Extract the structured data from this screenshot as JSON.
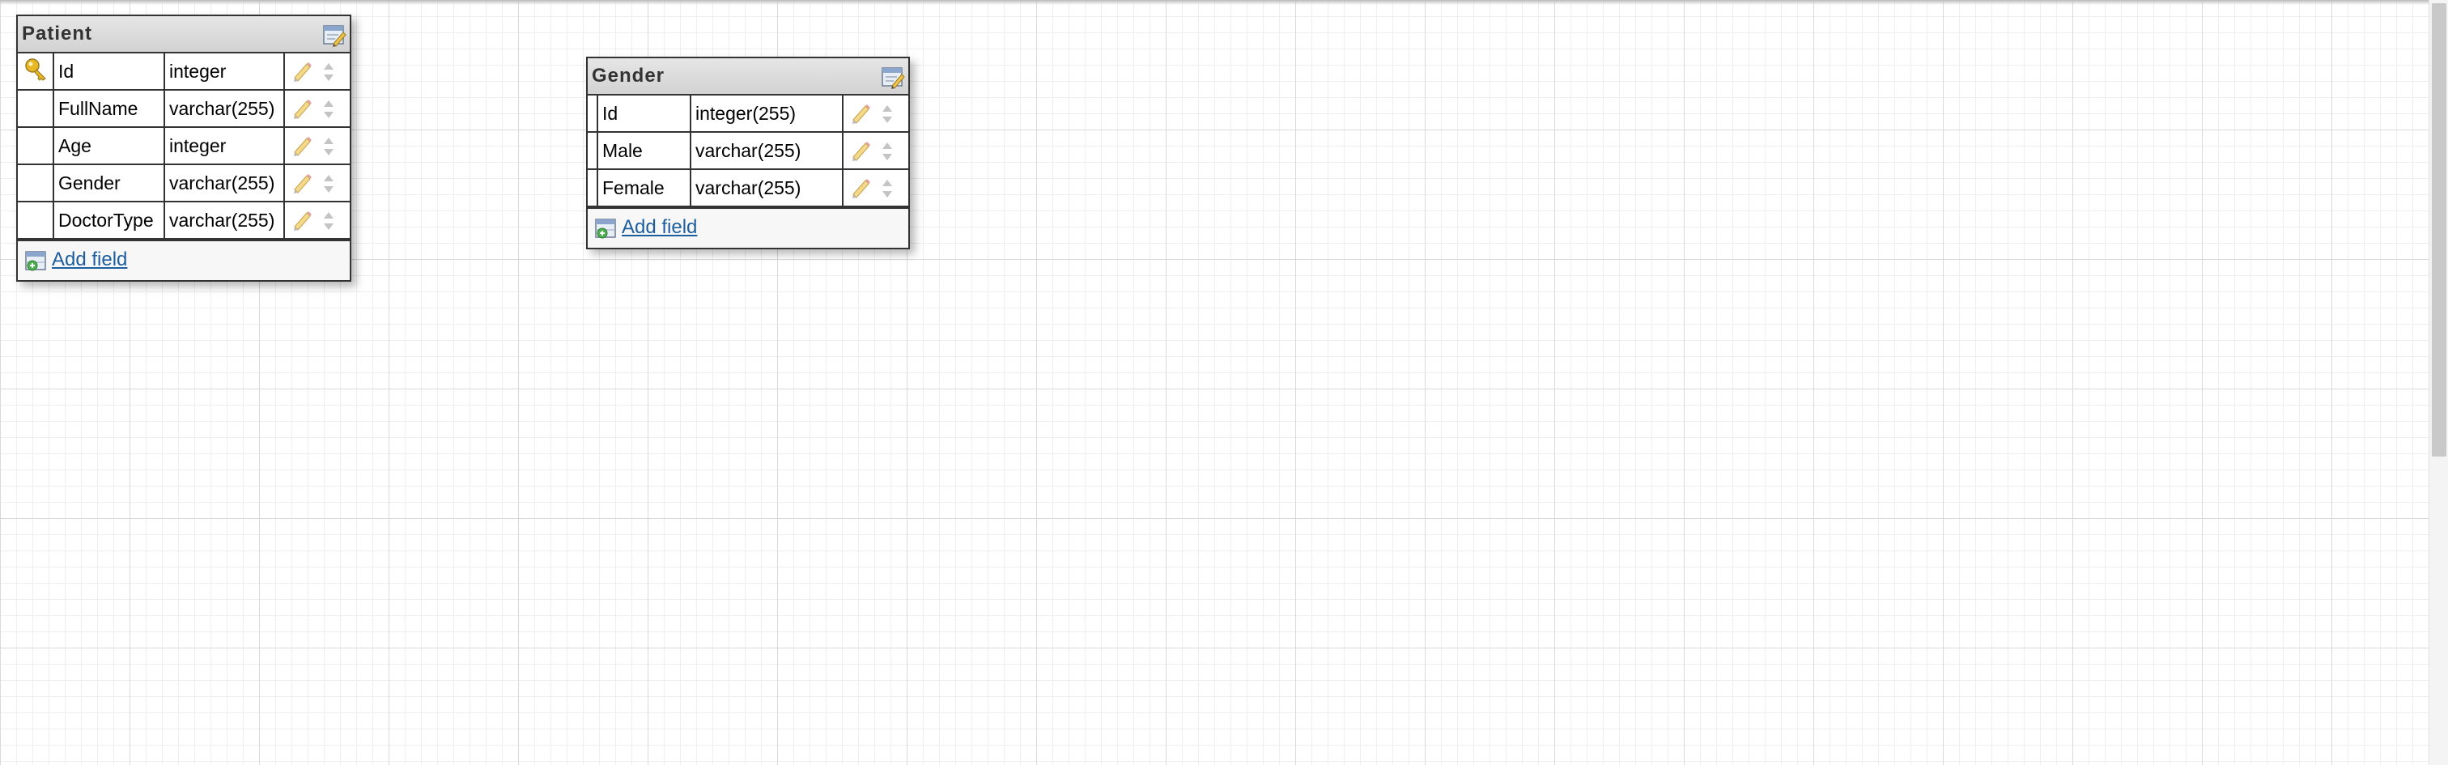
{
  "tables": [
    {
      "title": "Patient",
      "add_field_label": "Add field",
      "fields": [
        {
          "name": "Id",
          "type": "integer",
          "primary_key": true
        },
        {
          "name": "FullName",
          "type": "varchar(255)",
          "primary_key": false
        },
        {
          "name": "Age",
          "type": "integer",
          "primary_key": false
        },
        {
          "name": "Gender",
          "type": "varchar(255)",
          "primary_key": false
        },
        {
          "name": "DoctorType",
          "type": "varchar(255)",
          "primary_key": false
        }
      ]
    },
    {
      "title": "Gender",
      "add_field_label": "Add field",
      "fields": [
        {
          "name": "Id",
          "type": "integer(255)",
          "primary_key": false
        },
        {
          "name": "Male",
          "type": "varchar(255)",
          "primary_key": false
        },
        {
          "name": "Female",
          "type": "varchar(255)",
          "primary_key": false
        }
      ]
    }
  ],
  "colors": {
    "link": "#1d5e9e",
    "key_icon": "#d4a017",
    "pencil_icon": "#e6c36a",
    "header_bg": "#d9d9d9",
    "border": "#333333"
  },
  "icons": {
    "primary_key": "key-icon",
    "edit_field": "pencil-icon",
    "reorder": "up-down-arrows-icon",
    "edit_table": "edit-table-icon",
    "add_field": "add-field-icon"
  }
}
